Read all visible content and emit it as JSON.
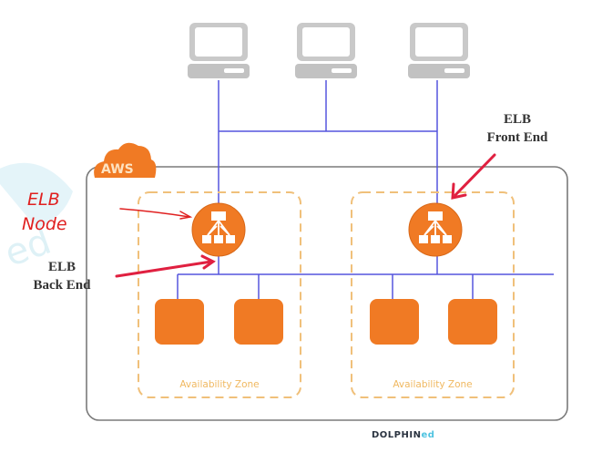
{
  "diagram": {
    "cloud_badge": "AWS",
    "clients": [
      {
        "name": "client-1",
        "icon": "laptop-icon"
      },
      {
        "name": "client-2",
        "icon": "laptop-icon"
      },
      {
        "name": "client-3",
        "icon": "laptop-icon"
      }
    ],
    "availability_zones": [
      {
        "label": "Availability Zone",
        "load_balancer_icon": "load-balancer-icon",
        "instances": 2
      },
      {
        "label": "Availability Zone",
        "load_balancer_icon": "load-balancer-icon",
        "instances": 2
      }
    ],
    "annotations": {
      "front_end_line1": "ELB",
      "front_end_line2": "Front End",
      "back_end_line1": "ELB",
      "back_end_line2": "Back End",
      "node_line1": "ELB",
      "node_line2": "Node"
    },
    "watermark": "ed",
    "footer_brand": "DOLPHIN",
    "footer_brand_suffix": "ed",
    "colors": {
      "connector": "#5555dd",
      "aws_orange": "#f07a24",
      "zone_border": "#f0c07a",
      "outer_border": "#7a7a7a",
      "annotation_red": "#e02040",
      "laptop_gray": "#c2c2c2"
    }
  }
}
